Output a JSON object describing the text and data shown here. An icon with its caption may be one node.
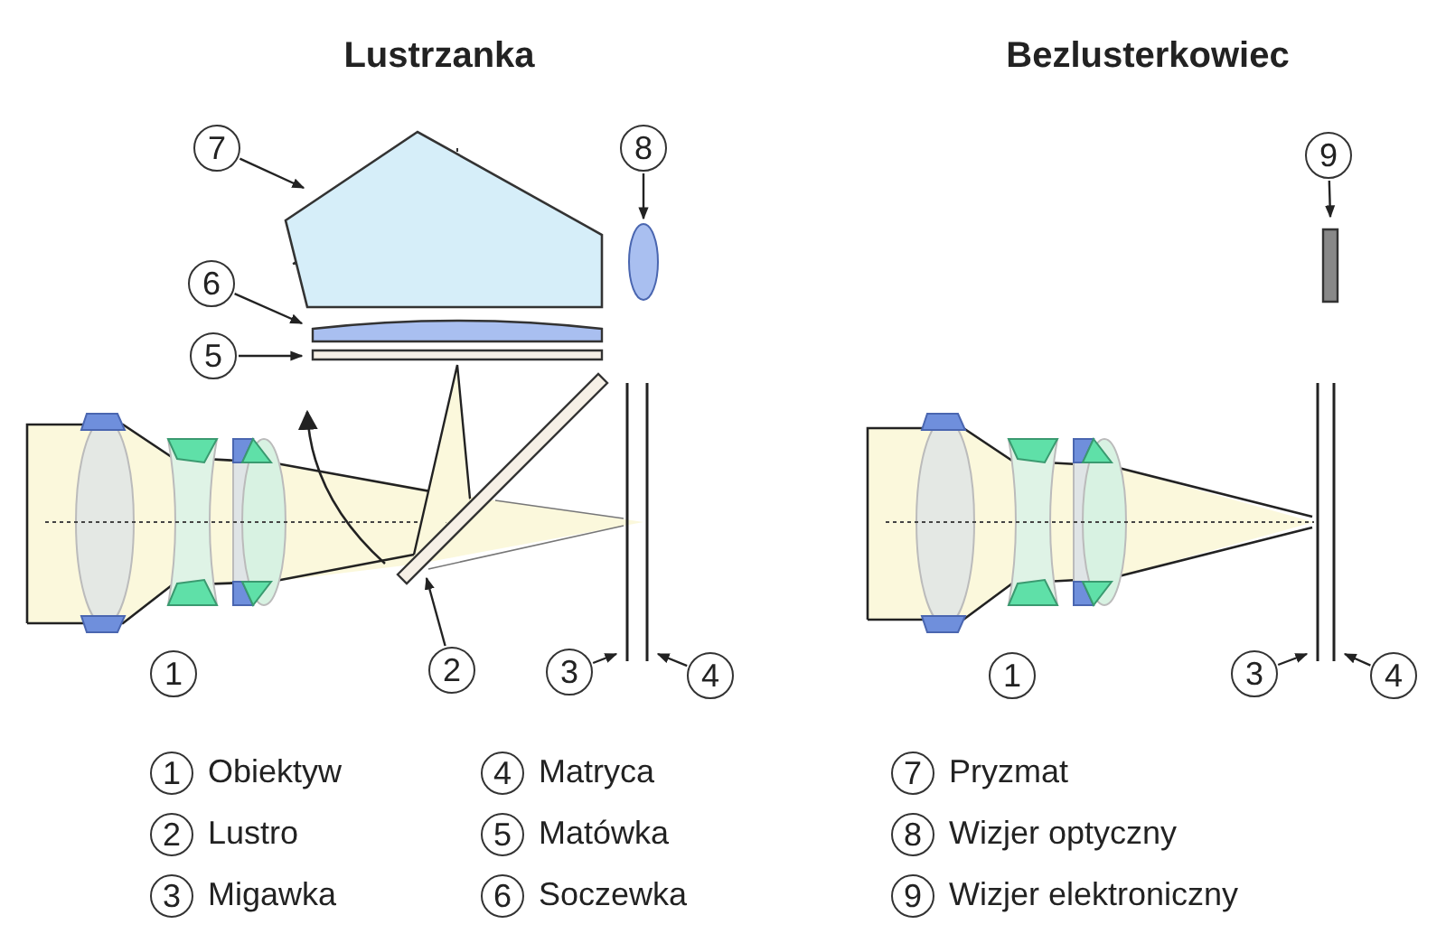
{
  "diagram": {
    "nodes": [
      {
        "text": [
          "7"
        ]
      },
      {
        "text": [],
        "shape": "pentagon"
      },
      {
        "text": [
          "8"
        ]
      },
      {
        "text": [],
        "shape": "ellipse"
      },
      {
        "text": [
          "6"
        ]
      },
      {
        "text": [],
        "shape": "bar"
      },
      {
        "text": [
          "5"
        ]
      },
      {
        "text": [],
        "shape": "bar"
      },
      {
        "text": [
          "1"
        ]
      },
      {
        "text": [
          "2"
        ]
      },
      {
        "text": [],
        "shape": "bar"
      },
      {
        "text": [
          "3"
        ]
      },
      {
        "text": [],
        "shape": "line"
      },
      {
        "text": [
          "4"
        ]
      },
      {
        "text": [],
        "shape": "line"
      },
      {
        "text": [
          "9"
        ]
      },
      {
        "text": [],
        "shape": "bar"
      },
      {
        "text": [
          "1"
        ]
      },
      {
        "text": [
          "3"
        ]
      },
      {
        "text": [],
        "shape": "line"
      },
      {
        "text": [
          "4"
        ]
      },
      {
        "text": [],
        "shape": "line"
      },
      {
        "text": [
          "1"
        ],
        "beside": [
          "Obiektyw"
        ]
      },
      {
        "text": [
          "4"
        ],
        "beside": [
          "Matryca"
        ]
      },
      {
        "text": [
          "7"
        ],
        "beside": [
          "Pryzmat"
        ]
      },
      {
        "text": [
          "2"
        ],
        "beside": [
          "Lustro"
        ]
      },
      {
        "text": [
          "5"
        ],
        "beside": [
          "Matówka"
        ]
      },
      {
        "text": [
          "8"
        ],
        "beside": [
          "Wizjer optyczny"
        ]
      },
      {
        "text": [
          "3"
        ],
        "beside": [
          "Migawka"
        ]
      },
      {
        "text": [
          "6"
        ],
        "beside": [
          "Soczewka"
        ]
      },
      {
        "text": [
          "9"
        ],
        "beside": [
          "Wizjer elektroniczny"
        ]
      }
    ],
    "edges": [
      {
        "from": 0,
        "to": 1,
        "arrow": "to"
      },
      {
        "from": 2,
        "to": 3,
        "arrow": "to"
      },
      {
        "from": 4,
        "to": 5,
        "arrow": "to"
      },
      {
        "from": 6,
        "to": 7,
        "arrow": "to"
      },
      {
        "from": 9,
        "to": 10,
        "arrow": "to"
      },
      {
        "from": 11,
        "to": 12,
        "arrow": "to"
      },
      {
        "from": 13,
        "to": 14,
        "arrow": "to"
      },
      {
        "from": 15,
        "to": 16,
        "arrow": "to"
      },
      {
        "from": 18,
        "to": 19,
        "arrow": "to"
      },
      {
        "from": 20,
        "to": 21,
        "arrow": "to"
      }
    ],
    "labels": [
      "Lustrzanka",
      "Bezlusterkowiec"
    ]
  }
}
